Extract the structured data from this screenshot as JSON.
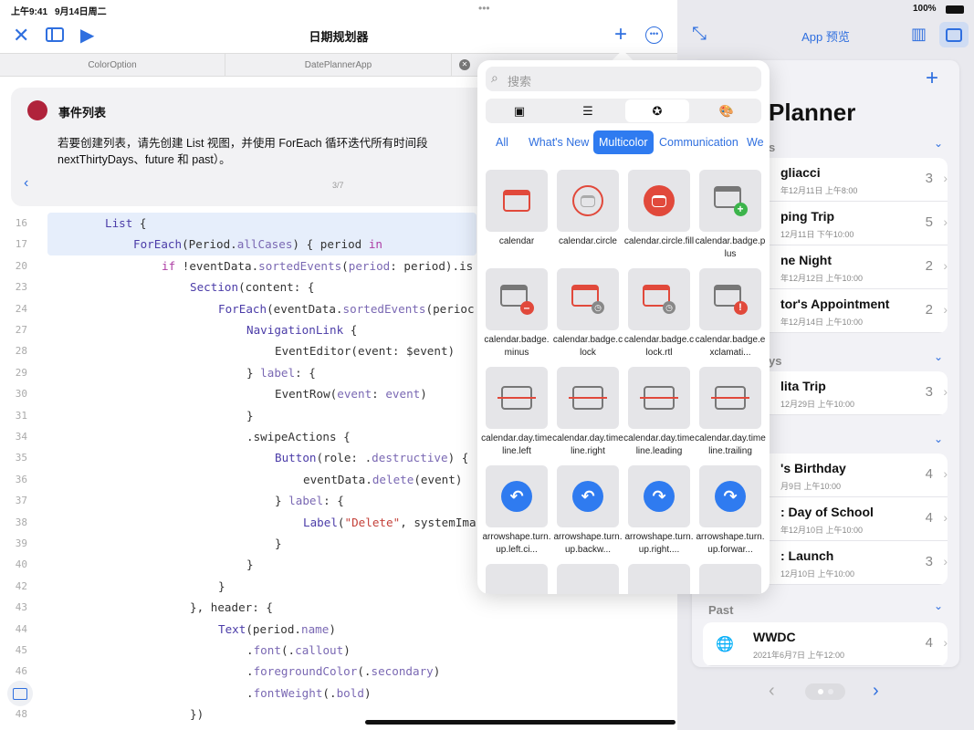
{
  "status": {
    "time": "上午9:41",
    "date": "9月14日周二",
    "battery": "100%"
  },
  "toolbar": {
    "title": "日期规划器",
    "preview_title": "App 预览"
  },
  "tabs": [
    "ColorOption",
    "DatePlannerApp"
  ],
  "guide": {
    "title": "事件列表",
    "body1": "若要创建列表，请先创建 List 视图，并使用 ForEach 循环迭代所有时间段",
    "body2": "nextThirtyDays、future 和 past）。",
    "page": "3/7"
  },
  "code": [
    {
      "n": "16",
      "i": 0,
      "t": [
        [
          "List",
          "ty"
        ],
        [
          " {",
          "pl"
        ]
      ]
    },
    {
      "n": "17",
      "i": 1,
      "t": [
        [
          "ForEach",
          "ty"
        ],
        [
          "(Period.",
          "pl"
        ],
        [
          "allCases",
          "mem"
        ],
        [
          ") { period ",
          "pl"
        ],
        [
          "in",
          "kw"
        ]
      ]
    },
    {
      "n": "20",
      "i": 2,
      "t": [
        [
          "if",
          "kw"
        ],
        [
          " !eventData.",
          "pl"
        ],
        [
          "sortedEvents",
          "mem"
        ],
        [
          "(",
          "pl"
        ],
        [
          "period",
          "mem"
        ],
        [
          ": period).is",
          "pl"
        ]
      ]
    },
    {
      "n": "23",
      "i": 3,
      "t": [
        [
          "Section",
          "ty"
        ],
        [
          "(content: {",
          "pl"
        ]
      ]
    },
    {
      "n": "24",
      "i": 4,
      "t": [
        [
          "ForEach",
          "ty"
        ],
        [
          "(eventData.",
          "pl"
        ],
        [
          "sortedEvents",
          "mem"
        ],
        [
          "(perioc",
          "pl"
        ]
      ]
    },
    {
      "n": "27",
      "i": 5,
      "t": [
        [
          "NavigationLink",
          "ty"
        ],
        [
          " {",
          "pl"
        ]
      ]
    },
    {
      "n": "28",
      "i": 6,
      "t": [
        [
          "EventEditor(event: $event)",
          "pl"
        ]
      ]
    },
    {
      "n": "29",
      "i": 5,
      "t": [
        [
          "} ",
          "pl"
        ],
        [
          "label",
          "mem"
        ],
        [
          ": {",
          "pl"
        ]
      ]
    },
    {
      "n": "30",
      "i": 6,
      "t": [
        [
          "EventRow(",
          "pl"
        ],
        [
          "event",
          "mem"
        ],
        [
          ": ",
          "pl"
        ],
        [
          "event",
          "mem"
        ],
        [
          ")",
          "pl"
        ]
      ]
    },
    {
      "n": "31",
      "i": 5,
      "t": [
        [
          "}",
          "pl"
        ]
      ]
    },
    {
      "n": "34",
      "i": 5,
      "t": [
        [
          ".swipeActions {",
          "pl"
        ]
      ]
    },
    {
      "n": "35",
      "i": 6,
      "t": [
        [
          "Button",
          "ty"
        ],
        [
          "(role: .",
          "pl"
        ],
        [
          "destructive",
          "mem"
        ],
        [
          ") {",
          "pl"
        ]
      ]
    },
    {
      "n": "36",
      "i": 7,
      "t": [
        [
          "eventData.",
          "pl"
        ],
        [
          "delete",
          "mem"
        ],
        [
          "(event)",
          "pl"
        ]
      ]
    },
    {
      "n": "37",
      "i": 6,
      "t": [
        [
          "} ",
          "pl"
        ],
        [
          "label",
          "mem"
        ],
        [
          ": {",
          "pl"
        ]
      ]
    },
    {
      "n": "38",
      "i": 7,
      "t": [
        [
          "Label",
          "ty"
        ],
        [
          "(",
          "pl"
        ],
        [
          "\"Delete\"",
          "str"
        ],
        [
          ", systemIma",
          "pl"
        ]
      ]
    },
    {
      "n": "39",
      "i": 6,
      "t": [
        [
          "}",
          "pl"
        ]
      ]
    },
    {
      "n": "40",
      "i": 5,
      "t": [
        [
          "}",
          "pl"
        ]
      ]
    },
    {
      "n": "42",
      "i": 4,
      "t": [
        [
          "}",
          "pl"
        ]
      ]
    },
    {
      "n": "43",
      "i": 3,
      "t": [
        [
          "}, header: {",
          "pl"
        ]
      ]
    },
    {
      "n": "44",
      "i": 4,
      "t": [
        [
          "Text",
          "ty"
        ],
        [
          "(period.",
          "pl"
        ],
        [
          "name",
          "mem"
        ],
        [
          ")",
          "pl"
        ]
      ]
    },
    {
      "n": "45",
      "i": 5,
      "t": [
        [
          ".",
          "pl"
        ],
        [
          "font",
          "mem"
        ],
        [
          "(.",
          "pl"
        ],
        [
          "callout",
          "mem"
        ],
        [
          ")",
          "pl"
        ]
      ]
    },
    {
      "n": "46",
      "i": 5,
      "t": [
        [
          ".",
          "pl"
        ],
        [
          "foregroundColor",
          "mem"
        ],
        [
          "(.",
          "pl"
        ],
        [
          "secondary",
          "mem"
        ],
        [
          ")",
          "pl"
        ]
      ]
    },
    {
      "n": "",
      "i": 5,
      "t": [
        [
          ".",
          "pl"
        ],
        [
          "fontWeight",
          "mem"
        ],
        [
          "(.",
          "pl"
        ],
        [
          "bold",
          "mem"
        ],
        [
          ")",
          "pl"
        ]
      ]
    },
    {
      "n": "48",
      "i": 3,
      "t": [
        [
          "})",
          "pl"
        ]
      ]
    }
  ],
  "popover": {
    "search_placeholder": "搜索",
    "categories": [
      "All",
      "What's New",
      "Multicolor",
      "Communication",
      "We"
    ],
    "selected_category": "Multicolor",
    "symbols": [
      {
        "name": "calendar",
        "icon": "cal"
      },
      {
        "name": "calendar.circle",
        "icon": "calcircle"
      },
      {
        "name": "calendar.circle.fill",
        "icon": "calcirclefill"
      },
      {
        "name": "calendar.badge.plus",
        "icon": "badge-plus"
      },
      {
        "name": "calendar.badge.minus",
        "icon": "badge-minus"
      },
      {
        "name": "calendar.badge.clock",
        "icon": "badge-clock"
      },
      {
        "name": "calendar.badge.clock.rtl",
        "icon": "badge-clock"
      },
      {
        "name": "calendar.badge.exclamati...",
        "icon": "badge-excl"
      },
      {
        "name": "calendar.day.timeline.left",
        "icon": "timeline"
      },
      {
        "name": "calendar.day.timeline.right",
        "icon": "timeline"
      },
      {
        "name": "calendar.day.timeline.leading",
        "icon": "timeline"
      },
      {
        "name": "calendar.day.timeline.trailing",
        "icon": "timeline"
      },
      {
        "name": "arrowshape.turn.up.left.ci...",
        "icon": "arrow-left"
      },
      {
        "name": "arrowshape.turn.up.backw...",
        "icon": "arrow-left"
      },
      {
        "name": "arrowshape.turn.up.right....",
        "icon": "arrow-right"
      },
      {
        "name": "arrowshape.turn.up.forwar...",
        "icon": "arrow-right"
      }
    ]
  },
  "preview": {
    "title": "Planner",
    "sections": [
      {
        "header": "s",
        "rows": [
          {
            "title": "gliacci",
            "sub": "年12月11日 上午8:00",
            "count": "3"
          },
          {
            "title": "ping Trip",
            "sub": "12月11日 下午10:00",
            "count": "5"
          },
          {
            "title": "ne Night",
            "sub": "年12月12日 上午10:00",
            "count": "2"
          },
          {
            "title": "tor's Appointment",
            "sub": "年12月14日 上午10:00",
            "count": "2"
          }
        ]
      },
      {
        "header": "ys",
        "rows": [
          {
            "title": "lita Trip",
            "sub": "12月29日 上午10:00",
            "count": "3"
          }
        ]
      },
      {
        "header": "",
        "rows": [
          {
            "title": "'s Birthday",
            "sub": "月9日 上午10:00",
            "count": "4"
          },
          {
            "title": ": Day of School",
            "sub": "年12月10日 上午10:00",
            "count": "4"
          },
          {
            "title": ": Launch",
            "sub": "12月10日 上午10:00",
            "count": "3"
          }
        ]
      },
      {
        "header": "Past",
        "rows": [
          {
            "title": "WWDC",
            "sub": "2021年6月7日 上午12:00",
            "count": "4"
          }
        ]
      }
    ]
  }
}
